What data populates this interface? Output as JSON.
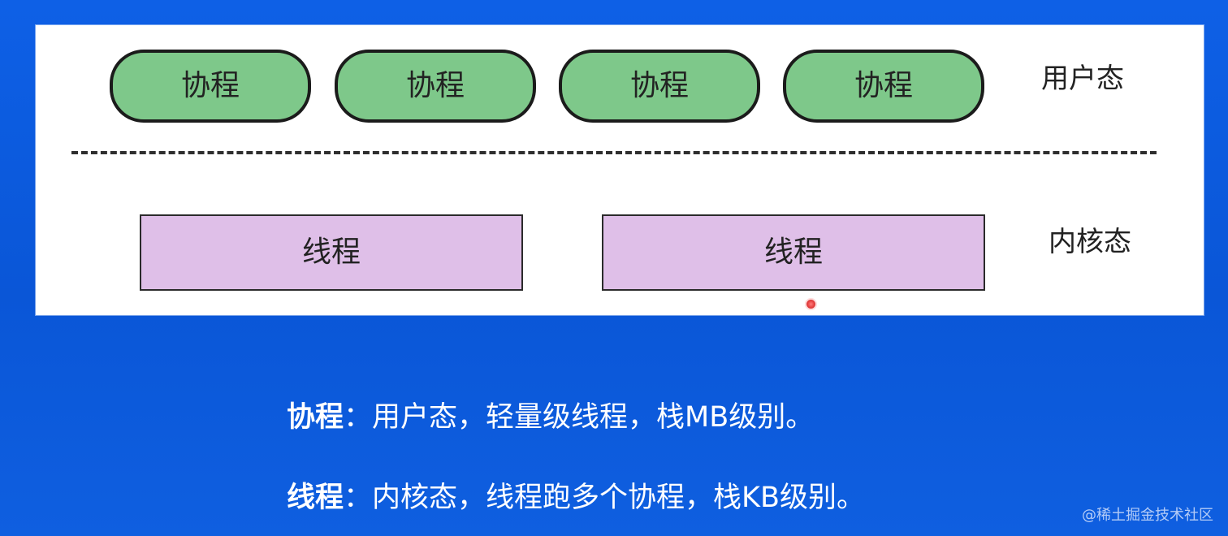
{
  "diagram": {
    "coroutines": [
      {
        "label": "协程"
      },
      {
        "label": "协程"
      },
      {
        "label": "协程"
      },
      {
        "label": "协程"
      }
    ],
    "user_space_label": "用户态",
    "threads": [
      {
        "label": "线程"
      },
      {
        "label": "线程"
      }
    ],
    "kernel_space_label": "内核态"
  },
  "description": {
    "coroutine_term": "协程",
    "coroutine_text": "：用户态，轻量级线程，栈MB级别。",
    "thread_term": "线程",
    "thread_text": "：内核态，线程跑多个协程，栈KB级别。"
  },
  "watermark": {
    "text": "@稀土掘金技术社区"
  },
  "colors": {
    "background": "#0f5fe0",
    "coroutine_fill": "#7ec88a",
    "thread_fill": "#dfbfe8"
  }
}
